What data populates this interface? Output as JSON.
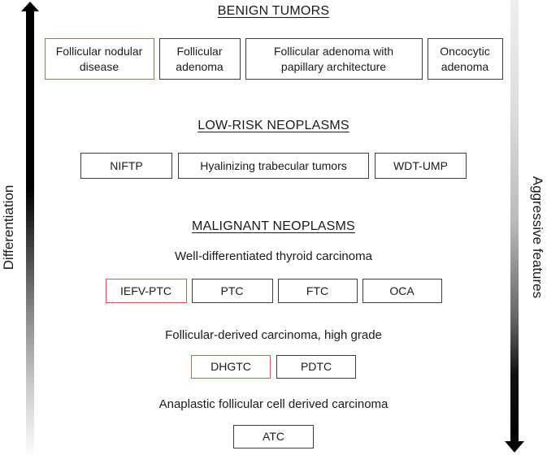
{
  "axes": {
    "left": {
      "label": "Differentiation",
      "direction": "up"
    },
    "right": {
      "label": "Aggressive features",
      "direction": "down"
    }
  },
  "colors": {
    "highlight_border": "#e65450",
    "box_border": "#3d3d3d",
    "arrow_black": "#000000",
    "text": "#1a1a1a"
  },
  "sections": {
    "benign": {
      "title": "BENIGN TUMORS",
      "boxes": [
        {
          "label": "Follicular nodular disease",
          "highlighted": true
        },
        {
          "label": "Follicular adenoma",
          "highlighted": false
        },
        {
          "label": "Follicular adenoma with papillary architecture",
          "highlighted": false
        },
        {
          "label": "Oncocytic adenoma",
          "highlighted": false
        }
      ]
    },
    "low_risk": {
      "title": "LOW-RISK NEOPLASMS",
      "boxes": [
        {
          "label": "NIFTP",
          "highlighted": false
        },
        {
          "label": "Hyalinizing trabecular tumors",
          "highlighted": false
        },
        {
          "label": "WDT-UMP",
          "highlighted": false
        }
      ]
    },
    "malignant": {
      "title": "MALIGNANT NEOPLASMS",
      "subgroups": [
        {
          "subtitle": "Well-differentiated thyroid carcinoma",
          "boxes": [
            {
              "label": "IEFV-PTC",
              "highlighted": true
            },
            {
              "label": "PTC",
              "highlighted": false
            },
            {
              "label": "FTC",
              "highlighted": false
            },
            {
              "label": "OCA",
              "highlighted": false
            }
          ]
        },
        {
          "subtitle": "Follicular-derived carcinoma, high grade",
          "boxes": [
            {
              "label": "DHGTC",
              "highlighted": true
            },
            {
              "label": "PDTC",
              "highlighted": false
            }
          ]
        },
        {
          "subtitle": "Anaplastic follicular cell derived carcinoma",
          "boxes": [
            {
              "label": "ATC",
              "highlighted": false
            }
          ]
        }
      ]
    }
  }
}
